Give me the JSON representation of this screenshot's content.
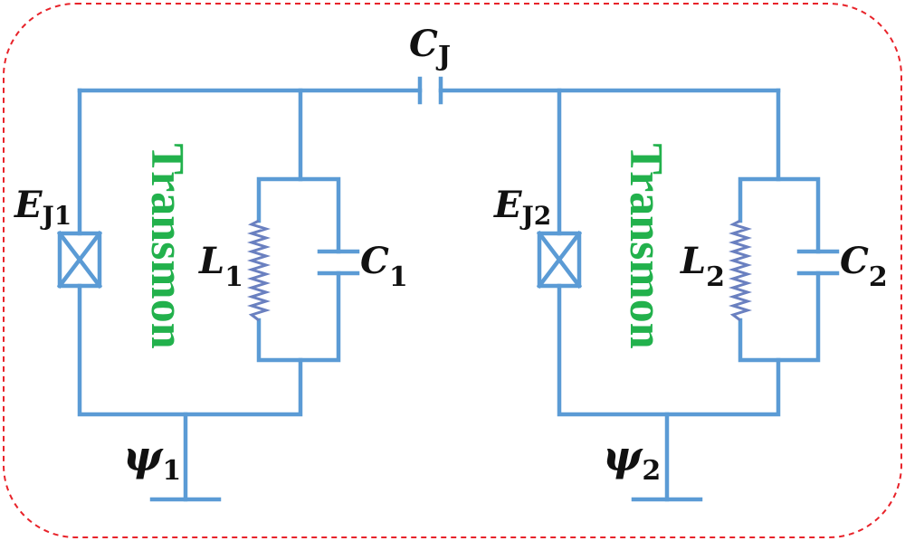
{
  "diagram": {
    "coupling_capacitor": {
      "symbol": "C",
      "subscript": "J"
    },
    "qubits": [
      {
        "junction": {
          "symbol": "E",
          "subscript": "J1"
        },
        "inductor": {
          "symbol": "L",
          "subscript": "1"
        },
        "capacitor": {
          "symbol": "C",
          "subscript": "1"
        },
        "label": "Transmon",
        "ground": {
          "symbol": "ψ",
          "subscript": "1"
        }
      },
      {
        "junction": {
          "symbol": "E",
          "subscript": "J2"
        },
        "inductor": {
          "symbol": "L",
          "subscript": "2"
        },
        "capacitor": {
          "symbol": "C",
          "subscript": "2"
        },
        "label": "Transmon",
        "ground": {
          "symbol": "ψ",
          "subscript": "2"
        }
      }
    ],
    "colors": {
      "wire": "#5b9bd5",
      "inductor_coil": "#6a80c0",
      "transmon_label": "#22b14c",
      "frame_border": "#e8232a",
      "text": "#111111"
    }
  }
}
